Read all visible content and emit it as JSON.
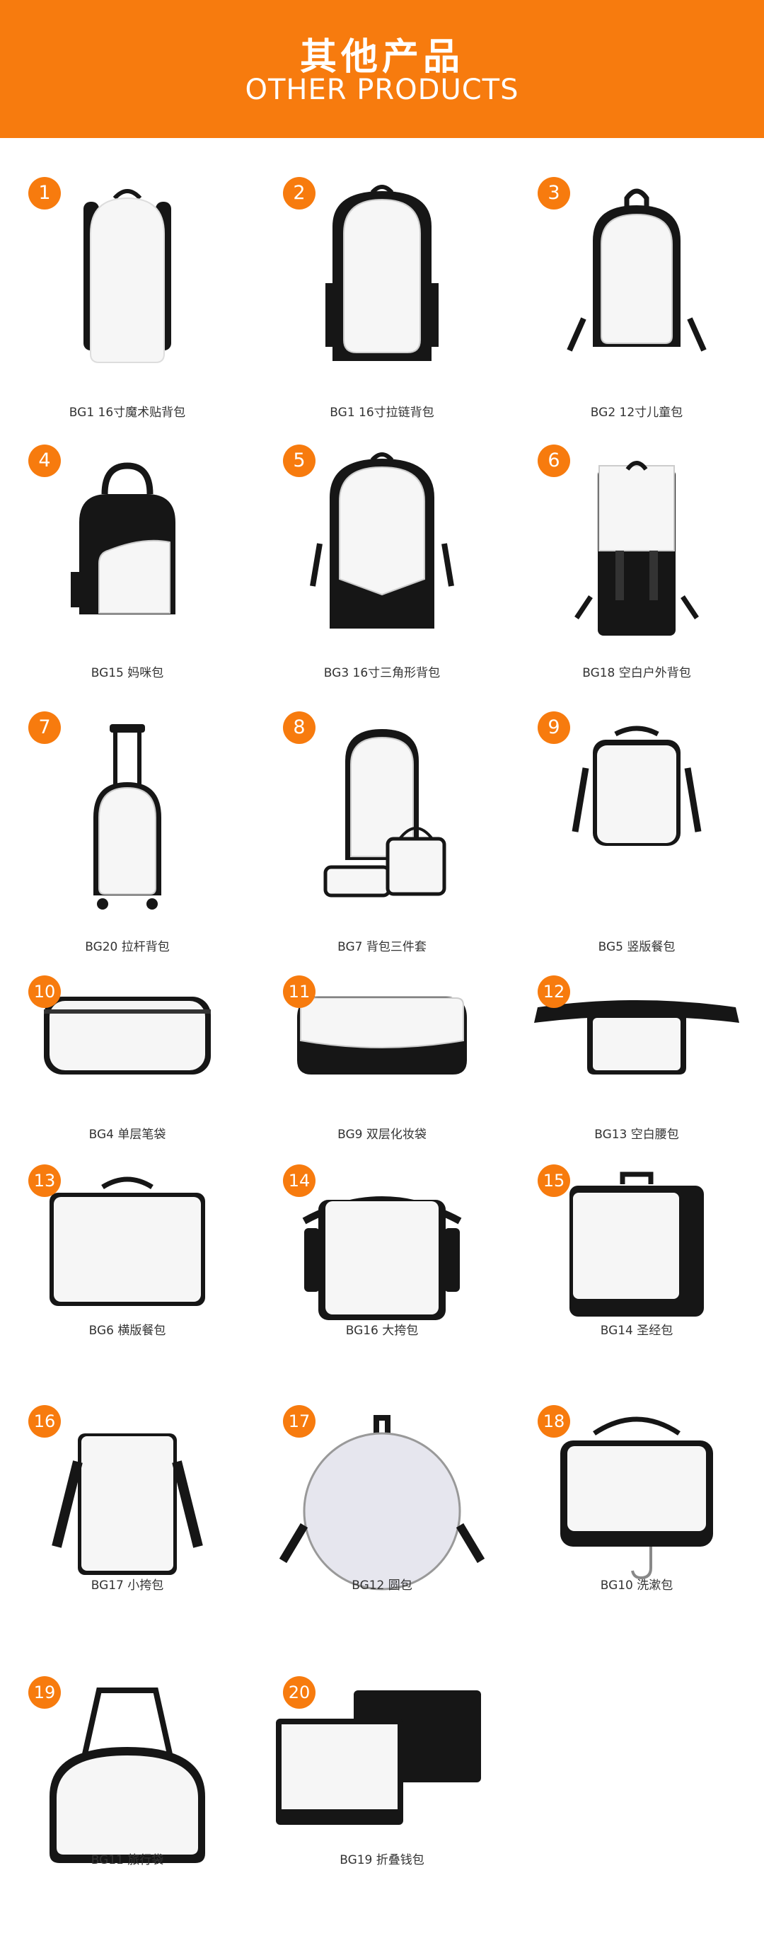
{
  "header": {
    "title_cn": "其他产品",
    "title_en": "OTHER PRODUCTS"
  },
  "colors": {
    "accent": "#f77b0e",
    "bag_black": "#161616",
    "bag_white": "#f6f6f6"
  },
  "products": [
    {
      "number": "1",
      "label": "BG1 16寸魔术贴背包",
      "icon": "backpack-velcro-icon"
    },
    {
      "number": "2",
      "label": "BG1 16寸拉链背包",
      "icon": "backpack-zipper-icon"
    },
    {
      "number": "3",
      "label": "BG2 12寸儿童包",
      "icon": "kids-backpack-icon"
    },
    {
      "number": "4",
      "label": "BG15 妈咪包",
      "icon": "mommy-bag-icon"
    },
    {
      "number": "5",
      "label": "BG3 16寸三角形背包",
      "icon": "triangle-backpack-icon"
    },
    {
      "number": "6",
      "label": "BG18 空白户外背包",
      "icon": "outdoor-backpack-icon"
    },
    {
      "number": "7",
      "label": "BG20 拉杆背包",
      "icon": "trolley-backpack-icon"
    },
    {
      "number": "8",
      "label": "BG7 背包三件套",
      "icon": "backpack-set-icon"
    },
    {
      "number": "9",
      "label": "BG5 竖版餐包",
      "icon": "vertical-lunch-bag-icon"
    },
    {
      "number": "10",
      "label": "BG4 单层笔袋",
      "icon": "pencil-case-icon"
    },
    {
      "number": "11",
      "label": "BG9 双层化妆袋",
      "icon": "cosmetic-bag-icon"
    },
    {
      "number": "12",
      "label": "BG13 空白腰包",
      "icon": "waist-bag-icon"
    },
    {
      "number": "13",
      "label": "BG6 横版餐包",
      "icon": "horizontal-lunch-bag-icon"
    },
    {
      "number": "14",
      "label": "BG16 大挎包",
      "icon": "messenger-bag-icon"
    },
    {
      "number": "15",
      "label": "BG14 圣经包",
      "icon": "bible-bag-icon"
    },
    {
      "number": "16",
      "label": "BG17 小挎包",
      "icon": "small-shoulder-bag-icon"
    },
    {
      "number": "17",
      "label": "BG12 圆包",
      "icon": "round-bag-icon"
    },
    {
      "number": "18",
      "label": "BG10 洗漱包",
      "icon": "toiletry-bag-icon"
    },
    {
      "number": "19",
      "label": "BG11 旅行袋",
      "icon": "travel-bag-icon"
    },
    {
      "number": "20",
      "label": "BG19 折叠钱包",
      "icon": "folding-wallet-icon"
    }
  ]
}
